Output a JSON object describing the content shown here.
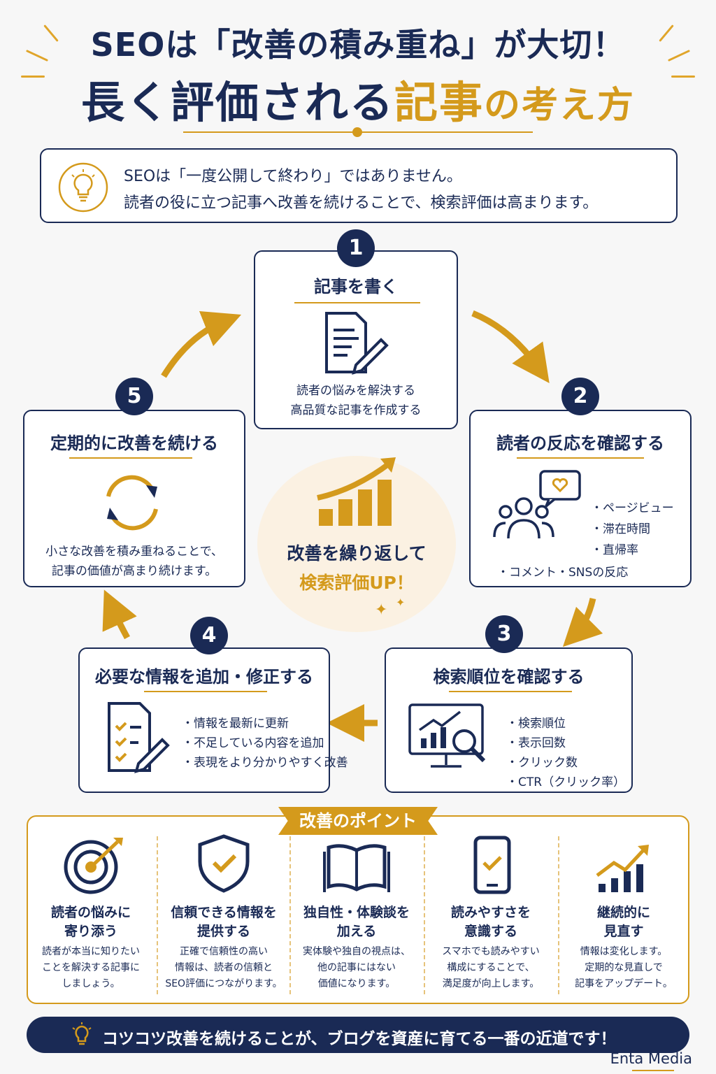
{
  "header": {
    "title_line1": "SEOは「改善の積み重ね」が大切！",
    "title_line2_navy": "長く評価される",
    "title_line2_gold": "記事",
    "title_line2_gold_small": "の考え方"
  },
  "intro": {
    "line1": "SEOは「一度公開して終わり」ではありません。",
    "line2": "読者の役に立つ記事へ改善を続けることで、検索評価は高まります。"
  },
  "steps": [
    {
      "num": "1",
      "title": "記事を書く",
      "lines": [
        "読者の悩みを解決する",
        "高品質な記事を作成する"
      ]
    },
    {
      "num": "2",
      "title": "読者の反応を確認する",
      "bullets": [
        "・ページビュー",
        "・滞在時間",
        "・直帰率"
      ],
      "extra": "・コメント・SNSの反応"
    },
    {
      "num": "3",
      "title": "検索順位を確認する",
      "bullets": [
        "・検索順位",
        "・表示回数",
        "・クリック数",
        "・CTR（クリック率）"
      ]
    },
    {
      "num": "4",
      "title": "必要な情報を追加・修正する",
      "bullets": [
        "・情報を最新に更新",
        "・不足している内容を追加",
        "・表現をより分かりやすく改善"
      ]
    },
    {
      "num": "5",
      "title": "定期的に改善を続ける",
      "lines": [
        "小さな改善を積み重ねることで、",
        "記事の価値が高まり続けます。"
      ]
    }
  ],
  "center": {
    "line1": "改善を繰り返して",
    "line2": "検索評価UP！"
  },
  "points": {
    "heading": "改善のポイント",
    "items": [
      {
        "icon": "target-icon",
        "title1": "読者の悩みに",
        "title2": "寄り添う",
        "desc": [
          "読者が本当に知りたい",
          "ことを解決する記事に",
          "しましょう。"
        ]
      },
      {
        "icon": "shield-check-icon",
        "title1": "信頼できる情報を",
        "title2": "提供する",
        "desc": [
          "正確で信頼性の高い",
          "情報は、読者の信頼と",
          "SEO評価につながります。"
        ]
      },
      {
        "icon": "book-icon",
        "title1": "独自性・体験談を",
        "title2": "加える",
        "desc": [
          "実体験や独自の視点は、",
          "他の記事にはない",
          "価値になります。"
        ]
      },
      {
        "icon": "smartphone-check-icon",
        "title1": "読みやすさを",
        "title2": "意識する",
        "desc": [
          "スマホでも読みやすい",
          "構成にすることで、",
          "満足度が向上します。"
        ]
      },
      {
        "icon": "growth-chart-icon",
        "title1": "継続的に",
        "title2": "見直す",
        "desc": [
          "情報は変化します。",
          "定期的な見直しで",
          "記事をアップデート。"
        ]
      }
    ]
  },
  "footer": {
    "text": "コツコツ改善を続けることが、ブログを資産に育てる一番の近道です！"
  },
  "brand": "Enta Media",
  "colors": {
    "navy": "#1a2a55",
    "gold": "#d49a1c",
    "cream": "#fbf1e2"
  }
}
